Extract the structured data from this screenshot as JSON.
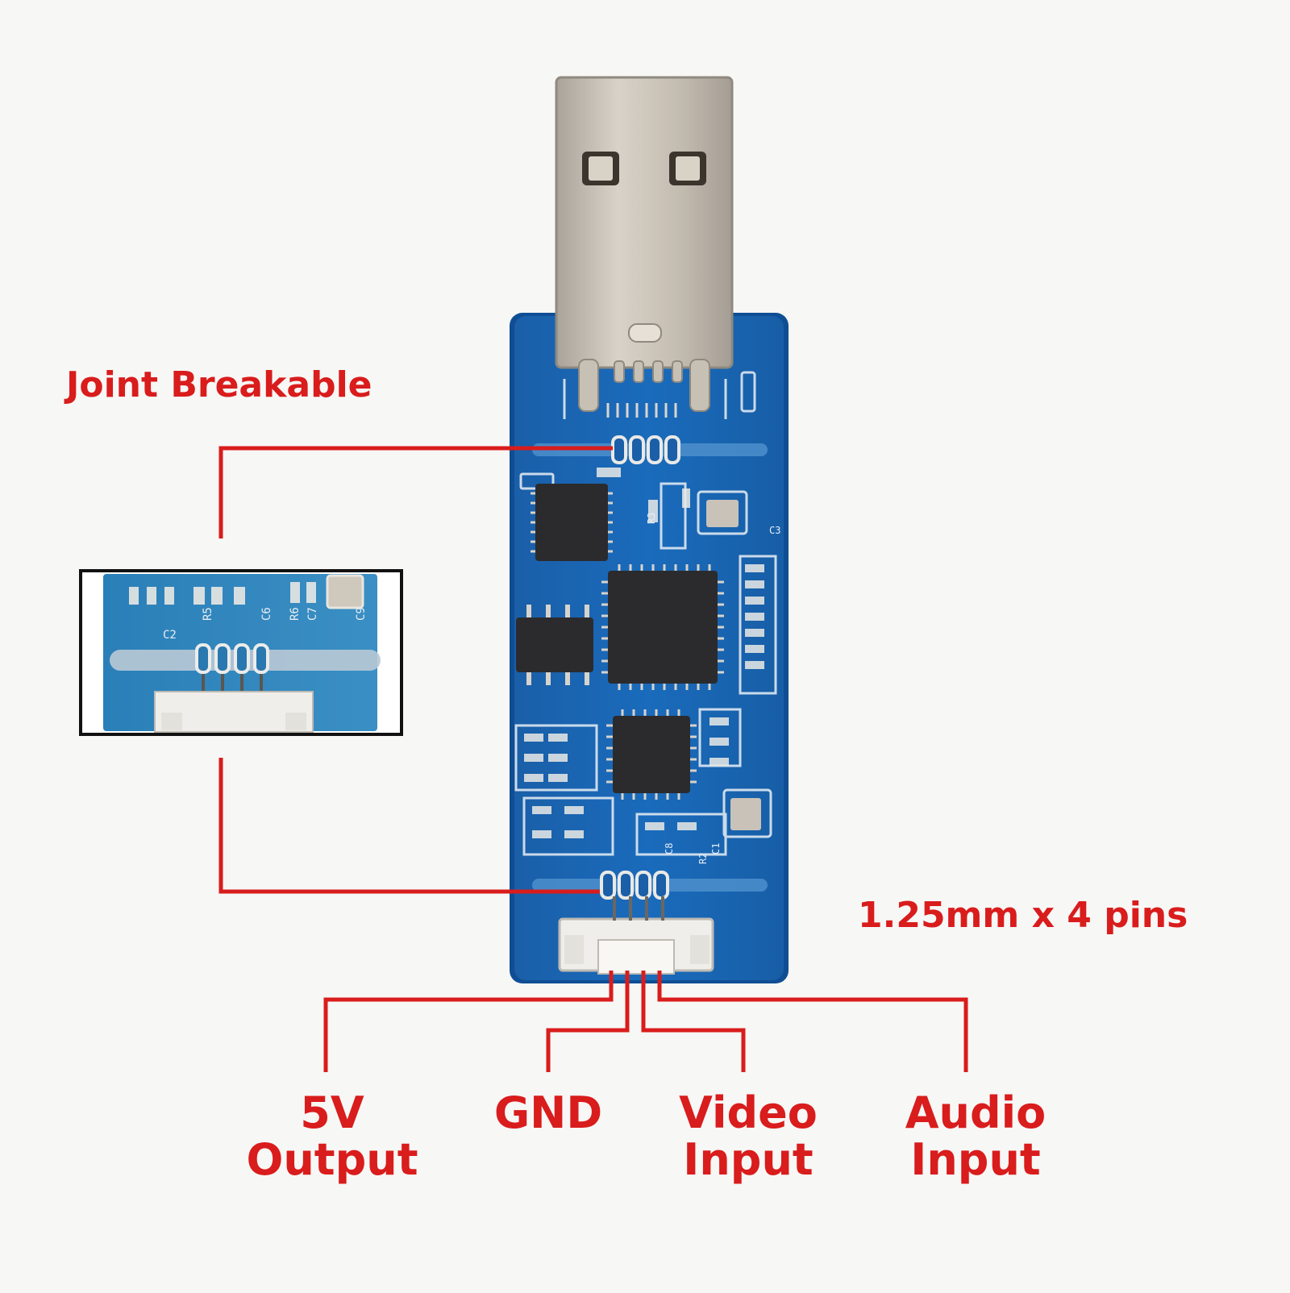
{
  "annotations": {
    "joint": "Joint Breakable",
    "pins": "1.25mm x 4 pins"
  },
  "pinout": [
    {
      "line1": "5V",
      "line2": "Output"
    },
    {
      "line1": "GND",
      "line2": ""
    },
    {
      "line1": "Video",
      "line2": "Input"
    },
    {
      "line1": "Audio",
      "line2": "Input"
    }
  ],
  "silkscreen": [
    "C6",
    "R6",
    "C7",
    "C9",
    "R5",
    "C2",
    "R3",
    "C3",
    "R2",
    "C8",
    "C1"
  ],
  "colors": {
    "accent_red": "#d91c1c",
    "pcb_blue": "#1565b3",
    "pcb_edge": "#0f4e94",
    "metal": "#c9c2b8",
    "chip": "#2b2b2e",
    "connector": "#efeeea",
    "background": "#f7f7f5"
  }
}
